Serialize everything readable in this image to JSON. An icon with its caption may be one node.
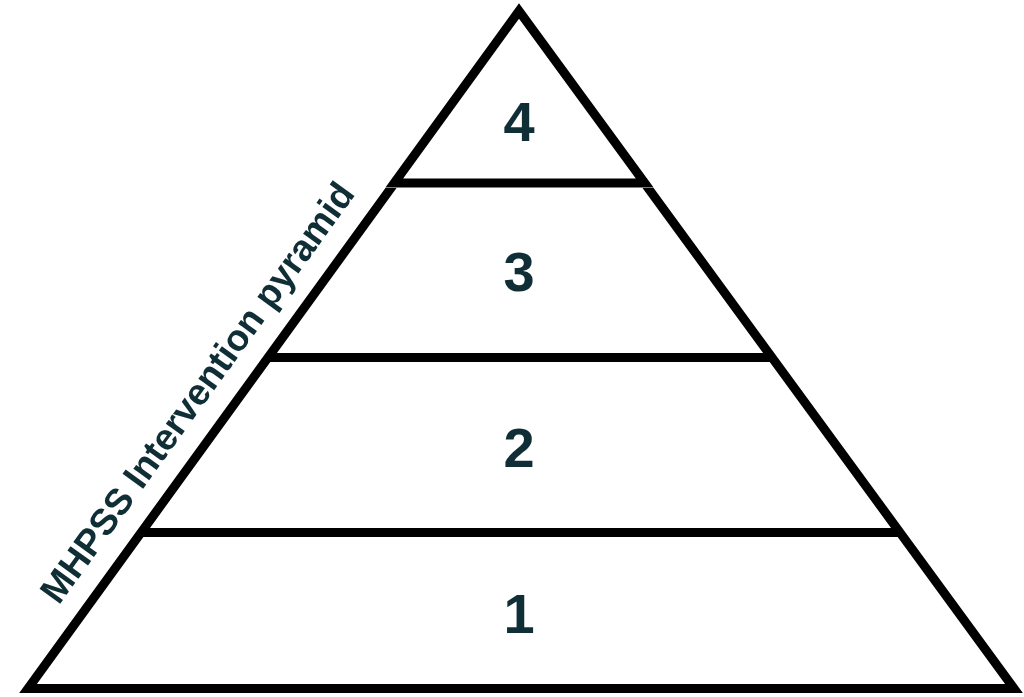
{
  "diagram": {
    "title": "MHPSS Intervention pyramid",
    "nodes": [
      {
        "text": [
          "4"
        ]
      },
      {
        "text": [
          "3"
        ]
      },
      {
        "text": [
          "2"
        ]
      },
      {
        "text": [
          "1"
        ]
      }
    ]
  }
}
